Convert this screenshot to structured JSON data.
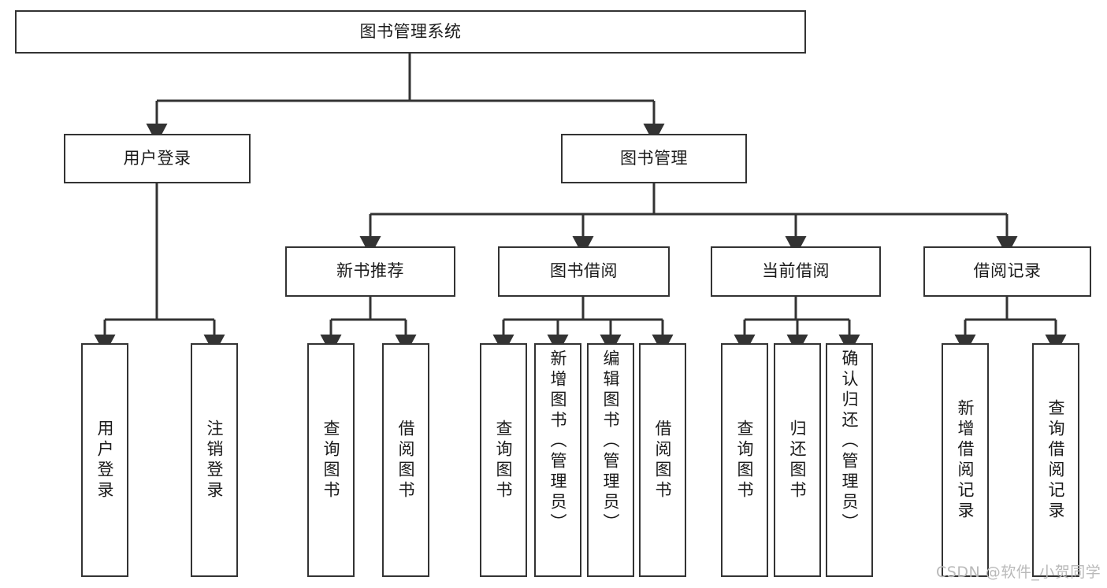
{
  "diagram": {
    "title": "图书管理系统",
    "watermark": "CSDN @软件_小贺同学",
    "stroke_color": "#333333",
    "background_color": "#ffffff",
    "text_color": "#1a1a1a",
    "watermark_color": "#b9b9b9",
    "levels": {
      "root": {
        "label": "图书管理系统"
      },
      "level2": [
        {
          "label": "用户登录"
        },
        {
          "label": "图书管理"
        }
      ],
      "level3": [
        {
          "label": "新书推荐"
        },
        {
          "label": "图书借阅"
        },
        {
          "label": "当前借阅"
        },
        {
          "label": "借阅记录"
        }
      ],
      "leaves": {
        "user_login": [
          {
            "label": "用户登录"
          },
          {
            "label": "注销登录"
          }
        ],
        "new_book_recommend": [
          {
            "label": "查询图书"
          },
          {
            "label": "借阅图书"
          }
        ],
        "book_borrow": [
          {
            "label": "查询图书"
          },
          {
            "label": "新增图书（管理员）"
          },
          {
            "label": "编辑图书（管理员）"
          },
          {
            "label": "借阅图书"
          }
        ],
        "current_borrow": [
          {
            "label": "查询图书"
          },
          {
            "label": "归还图书"
          },
          {
            "label": "确认归还（管理员）"
          }
        ],
        "borrow_record": [
          {
            "label": "新增借阅记录"
          },
          {
            "label": "查询借阅记录"
          }
        ]
      }
    }
  }
}
